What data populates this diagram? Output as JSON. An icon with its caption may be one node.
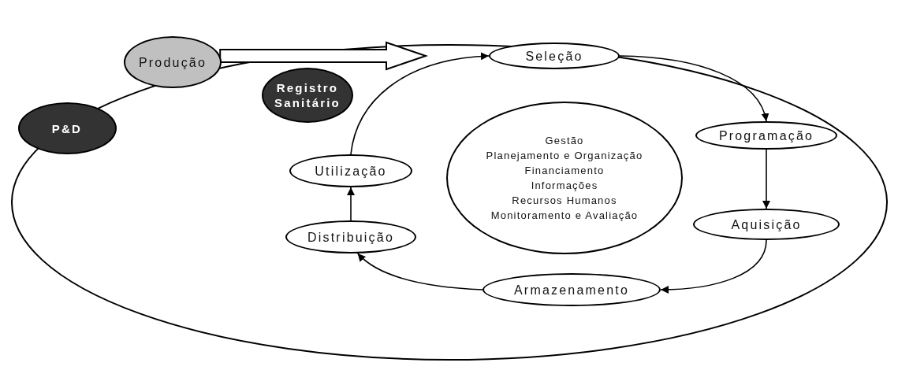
{
  "diagram": {
    "nodes": [
      {
        "text": [
          "P&D"
        ]
      },
      {
        "text": [
          "Produção"
        ]
      },
      {
        "text": [
          "Registro Sanitário"
        ]
      },
      {
        "text": [
          "Seleção"
        ]
      },
      {
        "text": [
          "Programação"
        ]
      },
      {
        "text": [
          "Aquisição"
        ]
      },
      {
        "text": [
          "Armazenamento"
        ]
      },
      {
        "text": [
          "Distribuição"
        ]
      },
      {
        "text": [
          "Utilização"
        ]
      },
      {
        "text": [
          "Gestão",
          "Planejamento e Organização",
          "Financiamento",
          "Informações",
          "Recursos Humanos",
          "Monitoramento e Avaliação"
        ]
      }
    ],
    "edges": [
      {
        "from": 1,
        "to": null,
        "arrow": "to",
        "style": "thick"
      },
      {
        "from": 8,
        "to": 3,
        "arrow": "to"
      },
      {
        "from": 3,
        "to": 4,
        "arrow": "to"
      },
      {
        "from": 4,
        "to": 5,
        "arrow": "to"
      },
      {
        "from": 5,
        "to": 6,
        "arrow": "to"
      },
      {
        "from": 6,
        "to": 7,
        "arrow": "to"
      },
      {
        "from": 7,
        "to": 8,
        "arrow": "to"
      }
    ]
  }
}
